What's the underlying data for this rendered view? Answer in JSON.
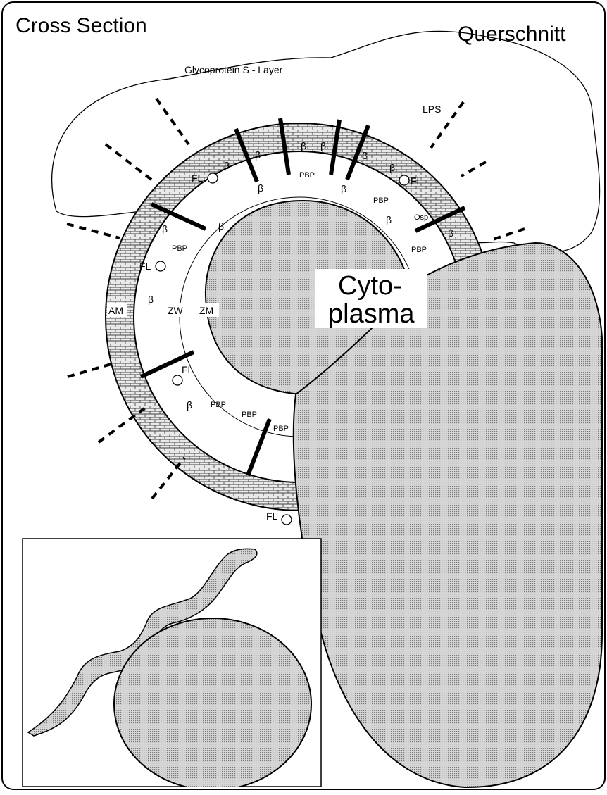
{
  "titles": {
    "left": "Cross Section",
    "right": "Querschnitt"
  },
  "labels": {
    "s_layer": "Glycoprotein S - Layer",
    "lps": "LPS",
    "cyto_line1": "Cyto-",
    "cyto_line2": "plasma",
    "am": "AM",
    "zw": "ZW",
    "zm": "ZM",
    "osp": "Osp",
    "fl": "FL",
    "pbp": "PBP",
    "beta": "β"
  }
}
